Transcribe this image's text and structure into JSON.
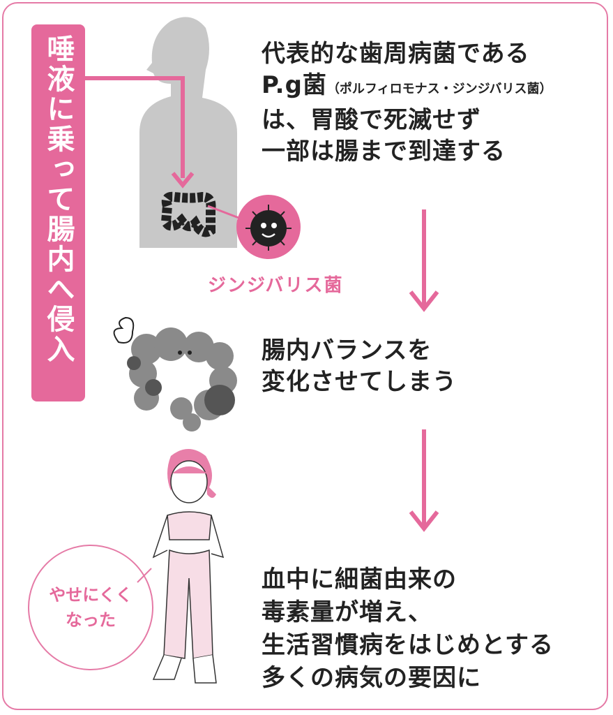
{
  "side_label": "唾液に乗って腸内へ侵入",
  "step1": {
    "line1": "代表的な歯周病菌である",
    "line2_main": "P.g菌",
    "line2_note": "（ポルフィロモナス・ジンジバリス菌）",
    "line3": "は、胃酸で死滅せず",
    "line4": "一部は腸まで到達する"
  },
  "bacteria_label": "ジンジバリス菌",
  "step2": {
    "line1": "腸内バランスを",
    "line2": "変化させてしまう"
  },
  "step3": {
    "line1": "血中に細菌由来の",
    "line2": "毒素量が増え、",
    "line3": "生活習慣病をはじめとする",
    "line4": "多くの病気の要因に"
  },
  "speech_bubble": {
    "line1": "やせにくく",
    "line2": "なった"
  },
  "colors": {
    "accent": "#e5699b",
    "silhouette": "#c8c8c8",
    "text": "#222222"
  }
}
